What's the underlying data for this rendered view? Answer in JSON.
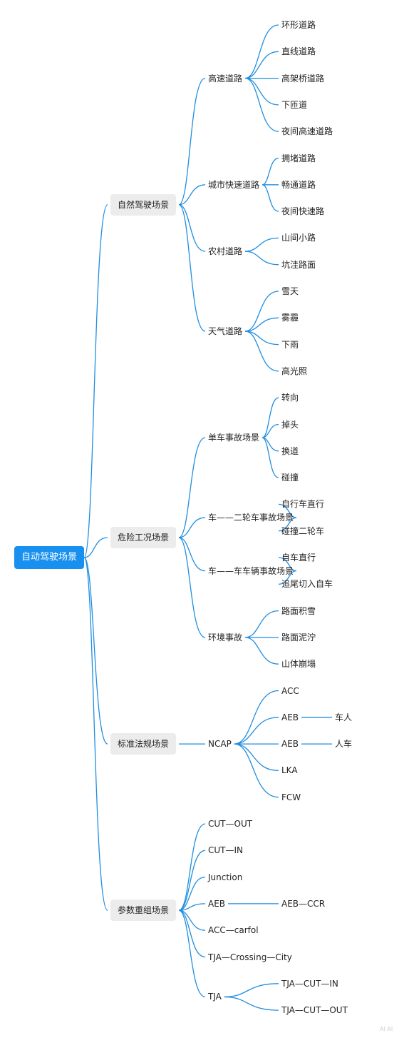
{
  "root": {
    "label": "自动驾驶场景"
  },
  "branches": [
    {
      "label": "自然驾驶场景",
      "children": [
        {
          "label": "高速道路",
          "children": [
            {
              "label": "环形道路"
            },
            {
              "label": "直线道路"
            },
            {
              "label": "高架桥道路"
            },
            {
              "label": "下匝道"
            },
            {
              "label": "夜间高速道路"
            }
          ]
        },
        {
          "label": "城市快速道路",
          "children": [
            {
              "label": "拥堵道路"
            },
            {
              "label": "畅通道路"
            },
            {
              "label": "夜间快速路"
            }
          ]
        },
        {
          "label": "农村道路",
          "children": [
            {
              "label": "山间小路"
            },
            {
              "label": "坑洼路面"
            }
          ]
        },
        {
          "label": "天气道路",
          "children": [
            {
              "label": "雪天"
            },
            {
              "label": "雾霾"
            },
            {
              "label": "下雨"
            },
            {
              "label": "高光照"
            }
          ]
        }
      ]
    },
    {
      "label": "危险工况场景",
      "children": [
        {
          "label": "单车事故场景",
          "children": [
            {
              "label": "转向"
            },
            {
              "label": "掉头"
            },
            {
              "label": "换道"
            },
            {
              "label": "碰撞"
            }
          ]
        },
        {
          "label": "车——二轮车事故场景",
          "children": [
            {
              "label": "自行车直行"
            },
            {
              "label": "碰撞二轮车"
            }
          ]
        },
        {
          "label": "车——车车辆事故场景",
          "children": [
            {
              "label": "自车直行"
            },
            {
              "label": "追尾切入自车"
            }
          ]
        },
        {
          "label": "环境事故",
          "children": [
            {
              "label": "路面积雪"
            },
            {
              "label": "路面泥泞"
            },
            {
              "label": "山体崩塌"
            }
          ]
        }
      ]
    },
    {
      "label": "标准法规场景",
      "children": [
        {
          "label": "NCAP",
          "children": [
            {
              "label": "ACC"
            },
            {
              "label": "AEB",
              "children": [
                {
                  "label": "车人"
                }
              ]
            },
            {
              "label": "AEB",
              "children": [
                {
                  "label": "人车"
                }
              ]
            },
            {
              "label": "LKA"
            },
            {
              "label": "FCW"
            }
          ]
        }
      ]
    },
    {
      "label": "参数重组场景",
      "children": [
        {
          "label": "CUT—OUT"
        },
        {
          "label": "CUT—IN"
        },
        {
          "label": "Junction"
        },
        {
          "label": "AEB",
          "children": [
            {
              "label": "AEB—CCR"
            }
          ]
        },
        {
          "label": "ACC—carfol"
        },
        {
          "label": "TJA—Crossing—City"
        },
        {
          "label": "TJA",
          "children": [
            {
              "label": "TJA—CUT—IN"
            },
            {
              "label": "TJA—CUT—OUT"
            }
          ]
        }
      ]
    }
  ],
  "colors": {
    "root_bg": "#1890f0",
    "branch_bg": "#ececec",
    "link": "#1f8ee0"
  },
  "footer": {
    "watermark": "AI AI"
  }
}
